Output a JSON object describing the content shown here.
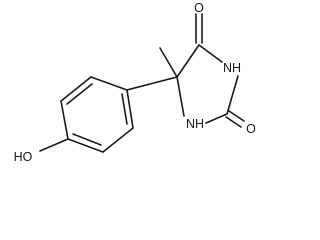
{
  "molecule": {
    "atoms": {
      "o_ketone": "O",
      "nh_imide": "NH",
      "o_urea": "O",
      "nh_amine": "NH",
      "ho_phenol": "HO"
    }
  }
}
